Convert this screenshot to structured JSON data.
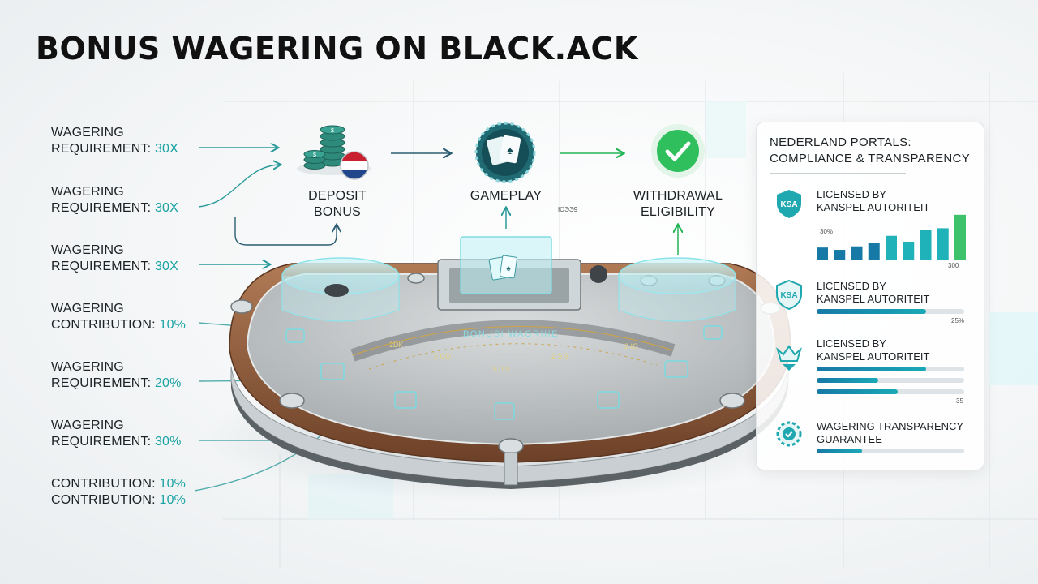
{
  "title": "BONUS WAGERING ON BLACK.ACK",
  "left_labels": [
    {
      "line1": "WAGERING",
      "line2_prefix": "REQUIREMENT: ",
      "value": "30x"
    },
    {
      "line1": "WAGERING",
      "line2_prefix": "REQUIREMENT: ",
      "value": "30x"
    },
    {
      "line1": "WAGERING",
      "line2_prefix": "REQUIREMENT: ",
      "value": "30x"
    },
    {
      "line1": "WAGERING",
      "line2_prefix": "CONTRIBUTION: ",
      "value": "10%"
    },
    {
      "line1": "WAGERING",
      "line2_prefix": "REQUIREMENT: ",
      "value": "20%"
    },
    {
      "line1": "WAGERING",
      "line2_prefix": "REQUIREMENT: ",
      "value": "30%"
    },
    {
      "line1_prefix": "CONTRIBUTION: ",
      "line1_value": "10%",
      "line2_prefix": "CONTRIBUTION: ",
      "value": "10%"
    }
  ],
  "flow": {
    "deposit": {
      "line1": "DEPOSIT",
      "line2": "BONUS"
    },
    "gameplay": {
      "line1": "GAMEPLAY",
      "tag": "ЮЭЭ9"
    },
    "withdrawal": {
      "line1": "WITHDRAWAL",
      "line2": "ELIGIBILITY"
    }
  },
  "table": {
    "arc_text": "BONUSI WAGRIIIE",
    "bet_marks": [
      "2DK",
      "2 CO",
      "2 S 9",
      "S 0 9",
      "2 S 9",
      "2 IO"
    ]
  },
  "panel": {
    "title_line1": "NEDERLAND PORTALS:",
    "title_line2": "COMPLIANCE & TRANSPARENCY",
    "items": [
      {
        "label_line1": "LICENSED BY",
        "label_line2": "KANSPEL AUTORITEIT",
        "icon": "ksa-shield-icon",
        "badge": "KSA"
      },
      {
        "label_line1": "LICENSED BY",
        "label_line2": "KANSPEL AUTORITEIT",
        "icon": "ksa-shield-outline-icon",
        "badge": "KSA"
      },
      {
        "label_line1": "LICENSED BY",
        "label_line2": "KANSPEL AUTORITEIT",
        "icon": "crown-emblem-icon"
      },
      {
        "label_line1": "WAGERING TRANSPARENCY",
        "label_line2": "GUARANTEE",
        "icon": "gear-emblem-icon"
      }
    ],
    "mini_chart": {
      "values": [
        0.22,
        0.18,
        0.24,
        0.3,
        0.42,
        0.32,
        0.52,
        0.55,
        0.78
      ],
      "label_top": "30%",
      "label_bottom": "300"
    },
    "item2_bar": 0.74,
    "item2_label": "25%",
    "item3_bars": [
      0.74,
      0.42,
      0.55
    ],
    "item3_label": "35",
    "item4_bar": 0.31
  },
  "colors": {
    "accent_teal": "#1aa3a3",
    "arrow_teal": "#2a9a9a",
    "green": "#22b455",
    "navy_bar": "#1779a6",
    "wood": "#8a5a3c"
  }
}
